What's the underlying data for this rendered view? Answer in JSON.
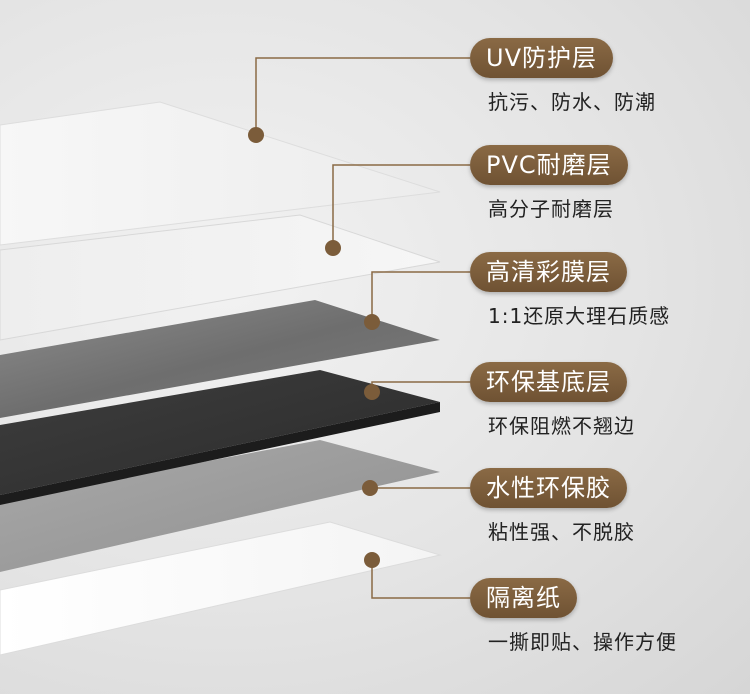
{
  "layers": [
    {
      "title": "UV防护层",
      "desc": "抗污、防水、防潮"
    },
    {
      "title": "PVC耐磨层",
      "desc": "高分子耐磨层"
    },
    {
      "title": "高清彩膜层",
      "desc": "1:1还原大理石质感"
    },
    {
      "title": "环保基底层",
      "desc": "环保阻燃不翘边"
    },
    {
      "title": "水性环保胶",
      "desc": "粘性强、不脱胶"
    },
    {
      "title": "隔离纸",
      "desc": "一撕即贴、操作方便"
    }
  ],
  "colors": {
    "accent": "#7b5c3a",
    "line": "#8a6a45",
    "text": "#222222"
  }
}
